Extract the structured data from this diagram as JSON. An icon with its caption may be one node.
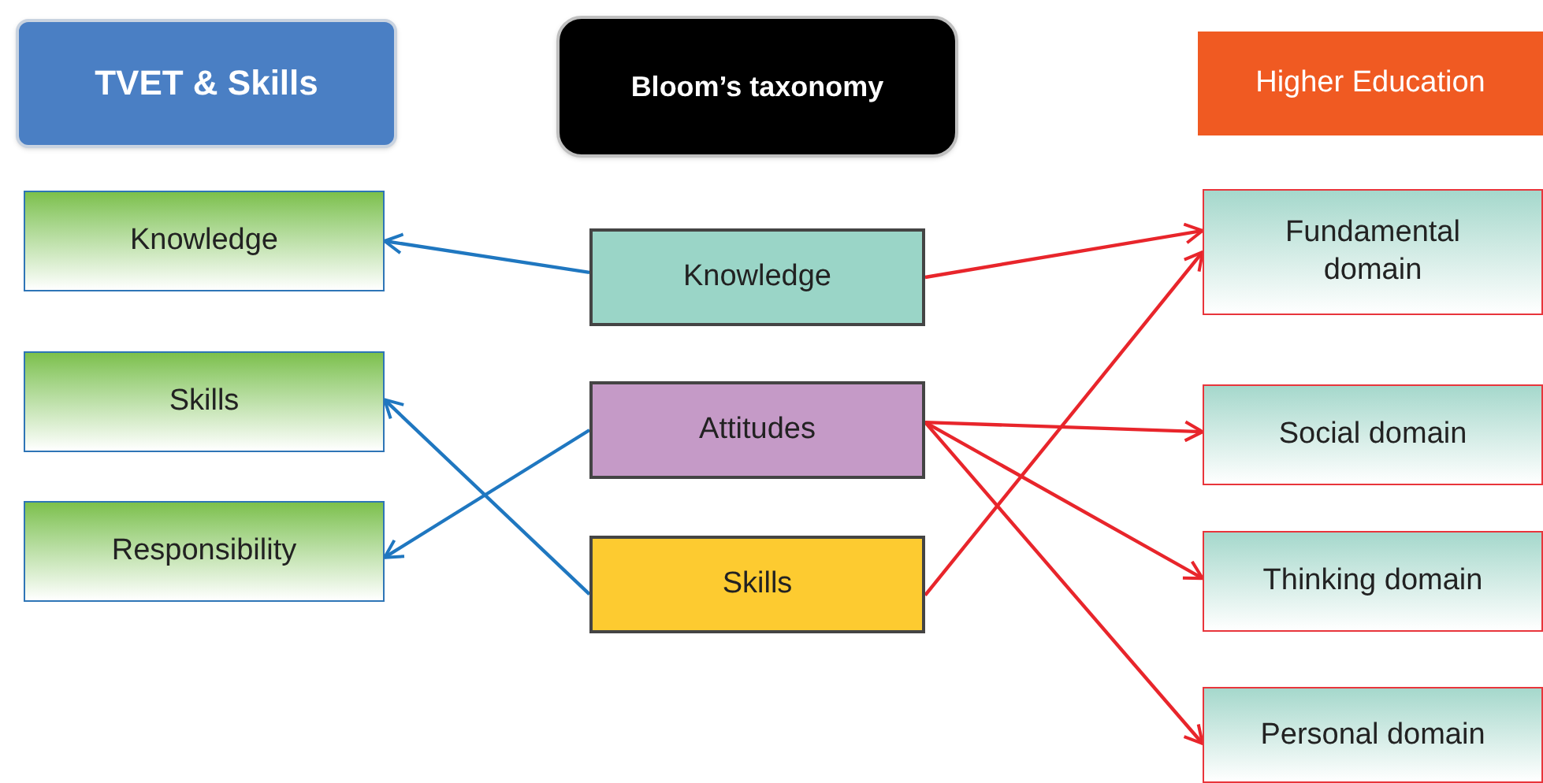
{
  "diagram": {
    "nodes": [
      {
        "text": [
          "TVET & Skills"
        ]
      },
      {
        "text": [
          "Bloom’s taxonomy"
        ]
      },
      {
        "text": [
          "Higher Education"
        ]
      },
      {
        "text": [
          "Knowledge"
        ]
      },
      {
        "text": [
          "Skills"
        ]
      },
      {
        "text": [
          "Responsibility"
        ]
      },
      {
        "text": [
          "Knowledge"
        ]
      },
      {
        "text": [
          "Attitudes"
        ]
      },
      {
        "text": [
          "Skills"
        ]
      },
      {
        "text": [
          "Fundamental domain"
        ]
      },
      {
        "text": [
          "Social domain"
        ]
      },
      {
        "text": [
          "Thinking domain"
        ]
      },
      {
        "text": [
          "Personal domain"
        ]
      }
    ],
    "edges": [
      {
        "from": 6,
        "to": 3,
        "arrow": "to",
        "color": "#1f77c0"
      },
      {
        "from": 7,
        "to": 5,
        "arrow": "to",
        "color": "#1f77c0"
      },
      {
        "from": 8,
        "to": 4,
        "arrow": "to",
        "color": "#1f77c0"
      },
      {
        "from": 6,
        "to": 9,
        "arrow": "to"
      },
      {
        "from": 8,
        "to": 9,
        "arrow": "to"
      },
      {
        "from": 7,
        "to": 10,
        "arrow": "to"
      },
      {
        "from": 7,
        "to": 11,
        "arrow": "to"
      },
      {
        "from": 7,
        "to": 12,
        "arrow": "to"
      }
    ]
  }
}
